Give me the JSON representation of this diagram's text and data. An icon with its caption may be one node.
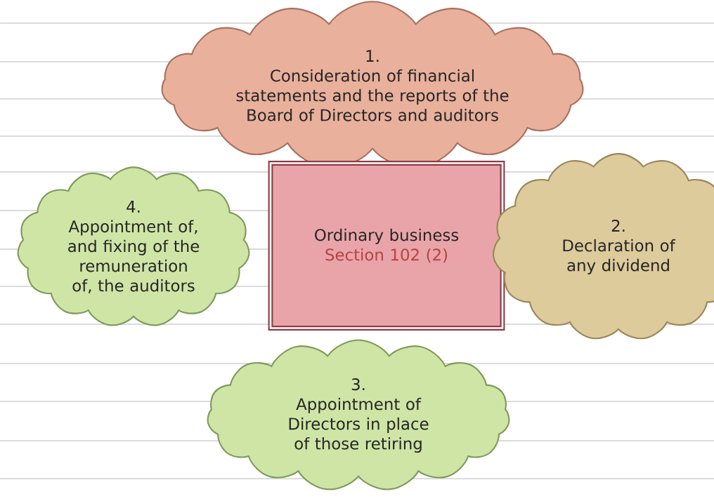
{
  "diagram": {
    "nodes": [
      {
        "text": [
          "1.",
          "Consideration of financial statements and the reports of the Board of Directors and auditors"
        ]
      },
      {
        "text": [
          "4.",
          "Appointment of, and fixing of the remuneration of, the auditors"
        ]
      },
      {
        "text": [
          "Ordinary business",
          "Section 102 (2)"
        ]
      },
      {
        "text": [
          "2.",
          "Declaration of any dividend"
        ]
      },
      {
        "text": [
          "3.",
          "Appointment of Directors in place of those retiring"
        ]
      }
    ],
    "edges": []
  }
}
